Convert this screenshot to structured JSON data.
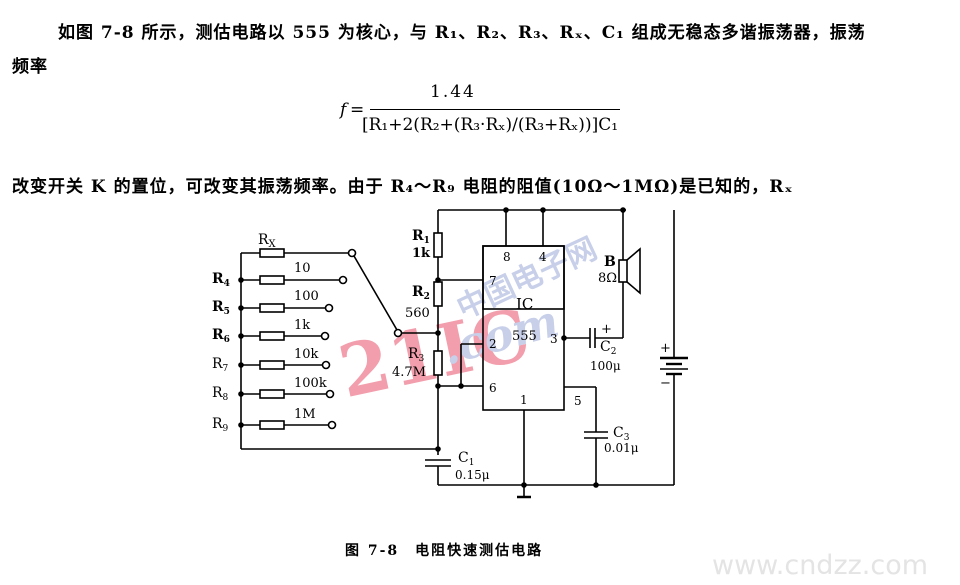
{
  "paragraph1_line1": "如图 7-8 所示，测估电路以 555 为核心，与 R₁、R₂、R₃、Rₓ、C₁ 组成无稳态多谐振荡器，振荡",
  "paragraph1_line2": "频率",
  "formula": {
    "lhs": "f",
    "equals": "=",
    "numerator": "1.44",
    "denominator": "[R₁+2(R₂+(R₃·Rₓ)/(R₃+Rₓ))]C₁"
  },
  "paragraph2": "改变开关 K 的置位，可改变其振荡频率。由于 R₄～R₉ 电阻的阻值(10Ω～1MΩ)是已知的，Rₓ",
  "circuit": {
    "switch_resistors": [
      {
        "label": "Rx",
        "value": ""
      },
      {
        "label": "R4",
        "value": "10"
      },
      {
        "label": "R5",
        "value": "100"
      },
      {
        "label": "R6",
        "value": "1k"
      },
      {
        "label": "R7",
        "value": "10k"
      },
      {
        "label": "R8",
        "value": "100k"
      },
      {
        "label": "R9",
        "value": "1M"
      }
    ],
    "labels": {
      "rx": "R",
      "rx_sub": "X",
      "r4": "R",
      "r4_sub": "4",
      "r5": "R",
      "r5_sub": "5",
      "r6": "R",
      "r6_sub": "6",
      "r7": "R",
      "r7_sub": "7",
      "r8": "R",
      "r8_sub": "8",
      "r9": "R",
      "r9_sub": "9",
      "v4": "10",
      "v5": "100",
      "v6": "1k",
      "v7": "10k",
      "v8": "100k",
      "v9": "1M",
      "r1": "R",
      "r1_sub": "1",
      "r1_val": "1k",
      "r2": "R",
      "r2_sub": "2",
      "r2_val": "560",
      "r3": "R",
      "r3_sub": "3",
      "r3_val": "4.7M",
      "c1": "C",
      "c1_sub": "1",
      "c1_val": "0.15μ",
      "c2": "C",
      "c2_sub": "2",
      "c2_val": "100μ",
      "c2_plus": "+",
      "c3": "C",
      "c3_sub": "3",
      "c3_val": "0.01μ",
      "speaker": "B",
      "speaker_val": "8Ω",
      "ic": "IC",
      "ic_type": "555",
      "pin8": "8",
      "pin4": "4",
      "pin7": "7",
      "pin2": "2",
      "pin6": "6",
      "pin3": "3",
      "pin1": "1",
      "pin5": "5",
      "batt_plus": "+",
      "batt_minus": "−"
    }
  },
  "watermark": {
    "logo_text": "21IC",
    "logo_site": "中国电子网",
    "logo_domain": ".com",
    "logo_color": "#e8506a",
    "site_color": "#9aa8d8"
  },
  "caption": "图 7-8　电阻快速测估电路",
  "site_watermark": "www.cndzz.com"
}
